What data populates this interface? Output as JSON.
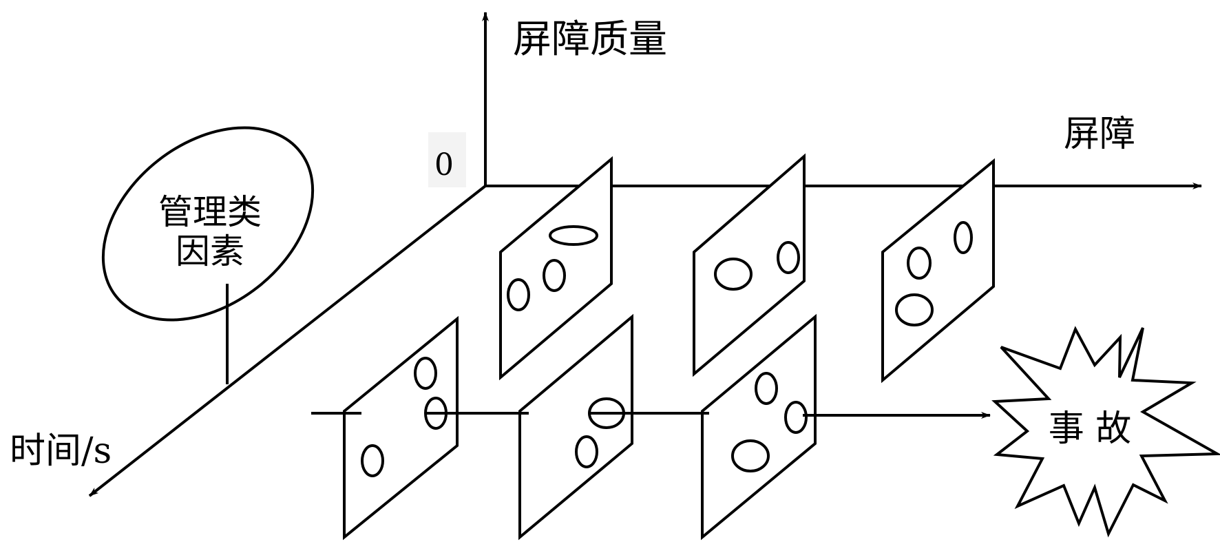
{
  "labels": {
    "y_axis": "屏障质量",
    "x_axis": "屏障",
    "origin": "0",
    "time_axis": "时间/s",
    "management_line1": "管理类",
    "management_line2": "因素",
    "accident": "事 故"
  },
  "colors": {
    "stroke": "#000000",
    "background": "#ffffff"
  }
}
